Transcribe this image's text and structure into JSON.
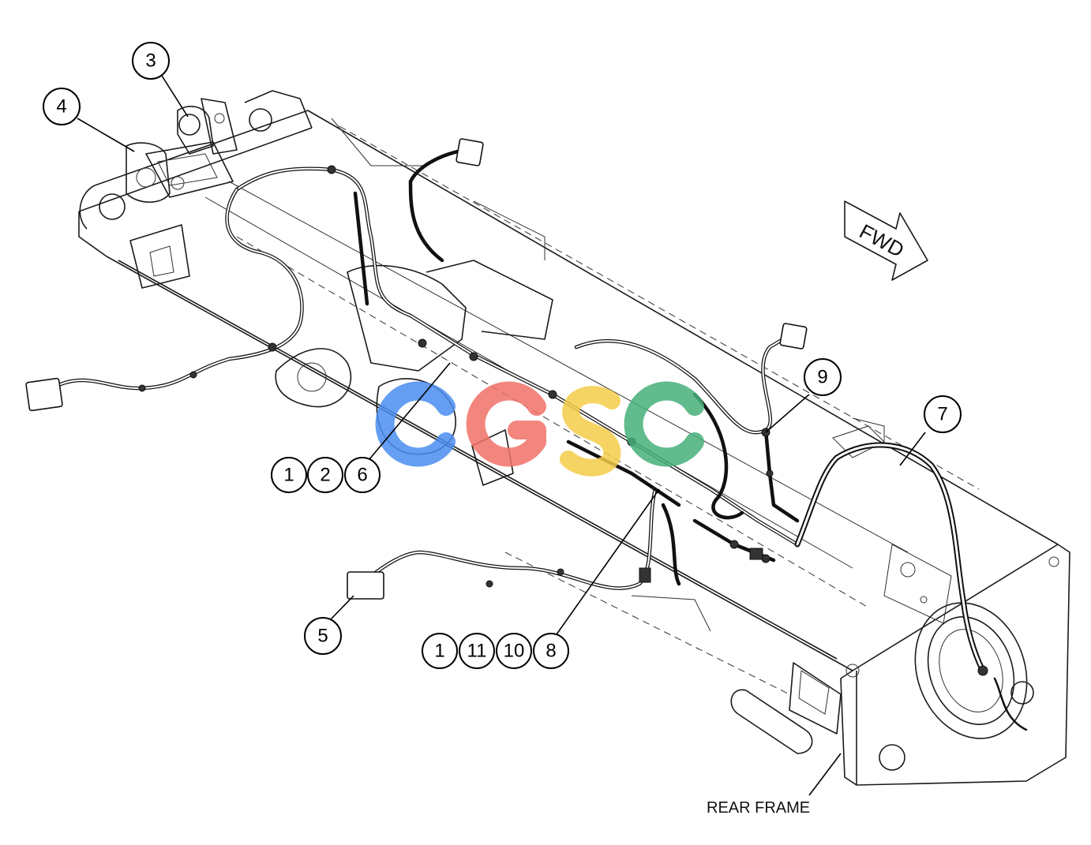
{
  "callouts": {
    "c3": "3",
    "c4": "4",
    "c9": "9",
    "c7": "7",
    "c5": "5",
    "group_a": [
      "1",
      "2",
      "6"
    ],
    "group_b": [
      "1",
      "11",
      "10",
      "8"
    ]
  },
  "labels": {
    "rear_frame": "REAR FRAME",
    "fwd": "FWD"
  },
  "watermark": {
    "text": "CGSC",
    "colors": [
      "#4a8df0",
      "#f07268",
      "#f5cd4a",
      "#46b07a"
    ]
  }
}
